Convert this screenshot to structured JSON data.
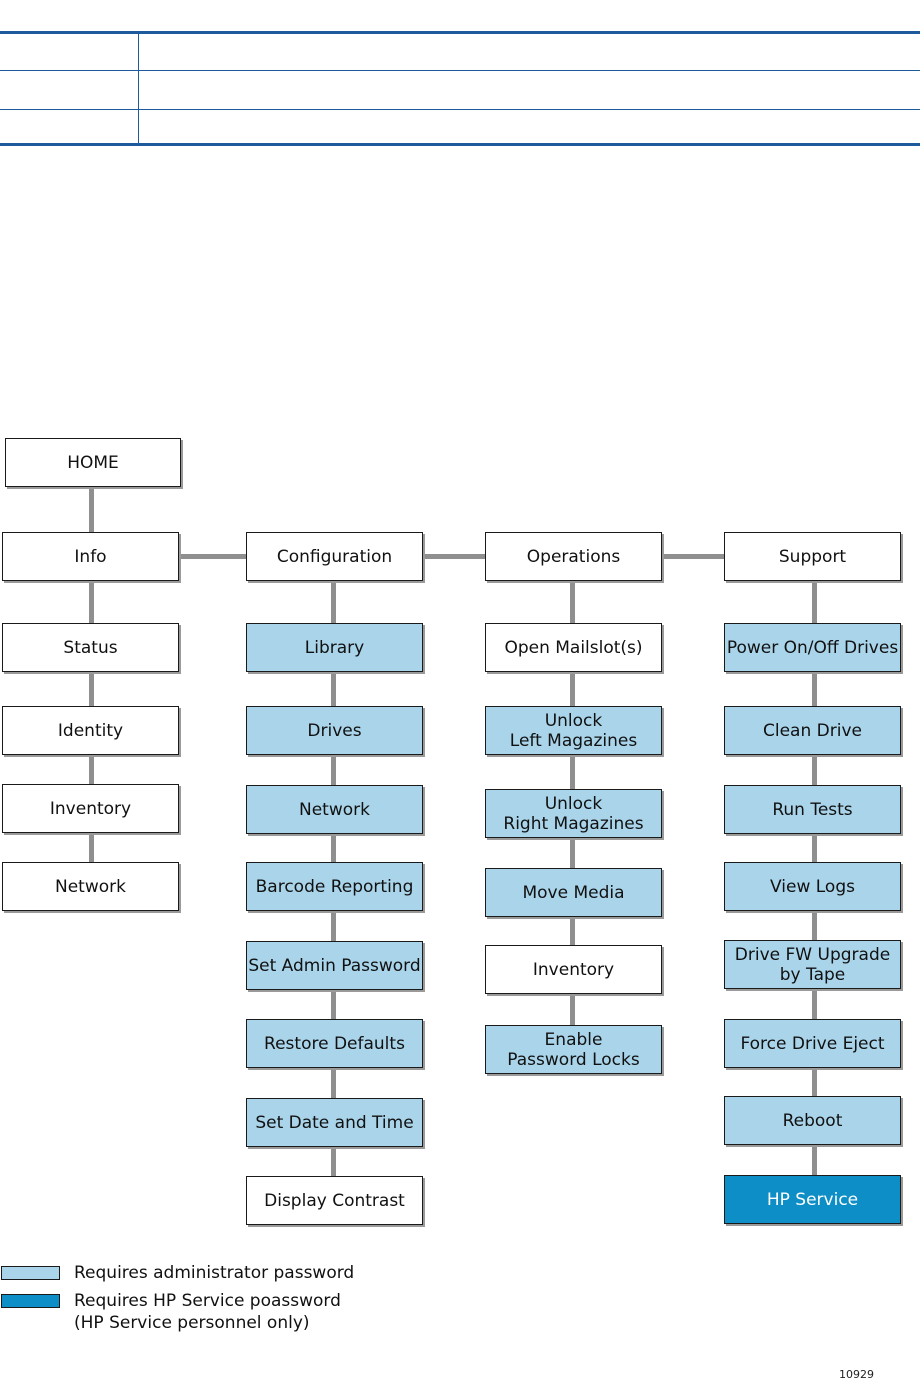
{
  "diagram": {
    "nodes": {
      "home": "HOME",
      "info": "Info",
      "configuration": "Configuration",
      "operations": "Operations",
      "support": "Support",
      "info_status": "Status",
      "info_identity": "Identity",
      "info_inventory": "Inventory",
      "info_network": "Network",
      "cfg_library": "Library",
      "cfg_drives": "Drives",
      "cfg_network": "Network",
      "cfg_barcode": "Barcode Reporting",
      "cfg_admin_password": "Set Admin Password",
      "cfg_restore": "Restore Defaults",
      "cfg_datetime": "Set Date and Time",
      "cfg_contrast": "Display Contrast",
      "ops_mailslot": "Open Mailslot(s)",
      "ops_unlock_left": "Unlock\nLeft Magazines",
      "ops_unlock_right": "Unlock\nRight Magazines",
      "ops_move_media": "Move Media",
      "ops_inventory": "Inventory",
      "ops_password_locks": "Enable\nPassword Locks",
      "sup_power": "Power On/Off Drives",
      "sup_clean": "Clean Drive",
      "sup_tests": "Run Tests",
      "sup_logs": "View Logs",
      "sup_fw": "Drive FW Upgrade\nby Tape",
      "sup_eject": "Force Drive Eject",
      "sup_reboot": "Reboot",
      "sup_hp_service": "HP Service"
    },
    "colors": {
      "admin": "#a9d4ea",
      "hp_service": "#0e8ec6",
      "connector": "#8f8f8f",
      "table_rule": "#1e5b9c"
    }
  },
  "legend": {
    "admin": "Requires administrator password",
    "hp_service": "Requires HP Service poassword\n(HP Service personnel only)"
  },
  "figure_number": "10929"
}
